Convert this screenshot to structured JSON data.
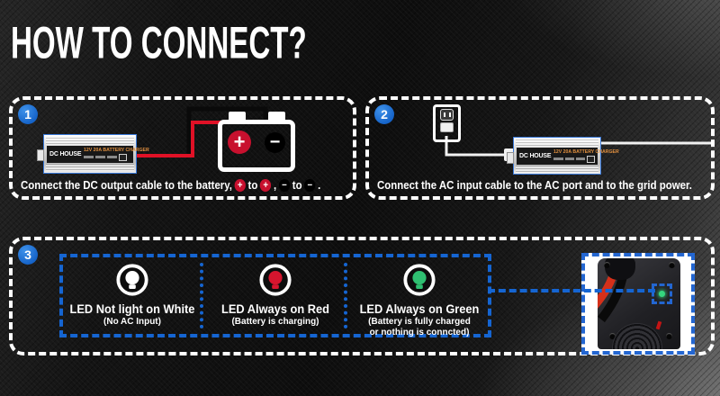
{
  "title": "HOW TO CONNECT?",
  "colors": {
    "badge_blue": "#1a6fd4",
    "dash_blue": "#1565d2",
    "cable_red": "#e01126",
    "cable_black": "#0a0a0a",
    "plus_red": "#c8102e",
    "led_white": "#ffffff",
    "led_red": "#d6152e",
    "led_green": "#2fbf71",
    "label_orange": "#e2903f"
  },
  "charger": {
    "brand": "DC HOUSE",
    "model": "12V 20A BATTERY CHARGER"
  },
  "battery": {
    "plus": "+",
    "minus": "−"
  },
  "steps": {
    "step1": {
      "number": "1",
      "caption": "Connect the DC output cable to the battery,",
      "plus": "+",
      "minus": "−",
      "to1": "to",
      "to2": "to",
      "comma": ",",
      "period": "."
    },
    "step2": {
      "number": "2",
      "caption": "Connect the AC input cable to the AC port and to the grid power."
    },
    "step3": {
      "number": "3",
      "leds": [
        {
          "title": "LED Not light on White",
          "subtitle1": "(No AC Input)",
          "subtitle2": "",
          "color": "#ffffff"
        },
        {
          "title": "LED Always on Red",
          "subtitle1": "(Battery is charging)",
          "subtitle2": "",
          "color": "#d6152e"
        },
        {
          "title": "LED Always on Green",
          "subtitle1": "(Battery is fully charged",
          "subtitle2": "or nothing is conncted)",
          "color": "#2fbf71"
        }
      ]
    }
  }
}
